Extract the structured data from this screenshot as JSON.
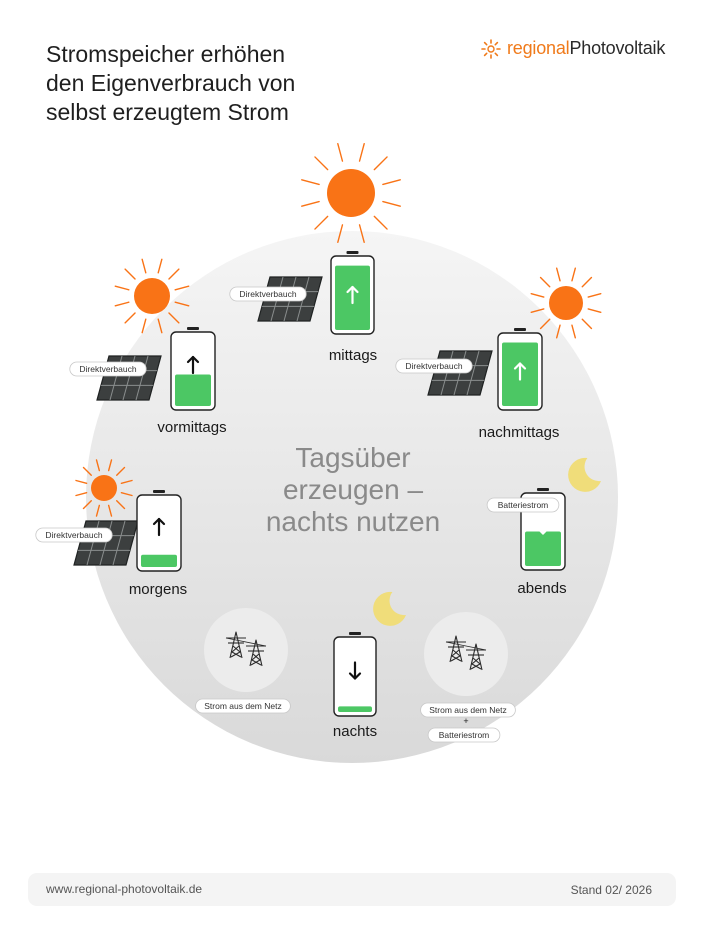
{
  "header": {
    "title_lines": [
      "Stromspeicher erhöhen",
      "den Eigenverbrauch von",
      "selbst erzeugtem Strom"
    ],
    "logo_part1": "regional",
    "logo_part2": "Photovoltaik"
  },
  "center": {
    "lines": [
      "Tagsüber",
      "erzeugen –",
      "nachts nutzen"
    ]
  },
  "phases": [
    {
      "label": "morgens",
      "charge": 0.18,
      "arrow": "up",
      "source": "Direktverbauch"
    },
    {
      "label": "vormittags",
      "charge": 0.45,
      "arrow": "up",
      "source": "Direktverbauch"
    },
    {
      "label": "mittags",
      "charge": 0.92,
      "arrow": "up",
      "source": "Direktverbauch"
    },
    {
      "label": "nachmittags",
      "charge": 0.92,
      "arrow": "up",
      "source": "Direktverbauch"
    },
    {
      "label": "abends",
      "charge": 0.5,
      "arrow": "down",
      "source": "Batteriestrom"
    },
    {
      "label": "nachts",
      "charge": 0.08,
      "arrow": "down",
      "source": ""
    }
  ],
  "grid": {
    "left_label": "Strom aus dem Netz",
    "right_label_line1": "Strom aus dem Netz",
    "plus": "+",
    "right_label_line2": "Batteriestrom"
  },
  "colors": {
    "sun": "#f97316",
    "moon": "#f0dd7a",
    "battery_green": "#4cc764",
    "battery_outline": "#222222",
    "panel": "#3c3f3f",
    "circle_top": "#f5f5f5",
    "circle_bottom": "#d9d9d9"
  },
  "footer": {
    "url": "www.regional-photovoltaik.de",
    "date": "Stand 02/ 2026"
  }
}
